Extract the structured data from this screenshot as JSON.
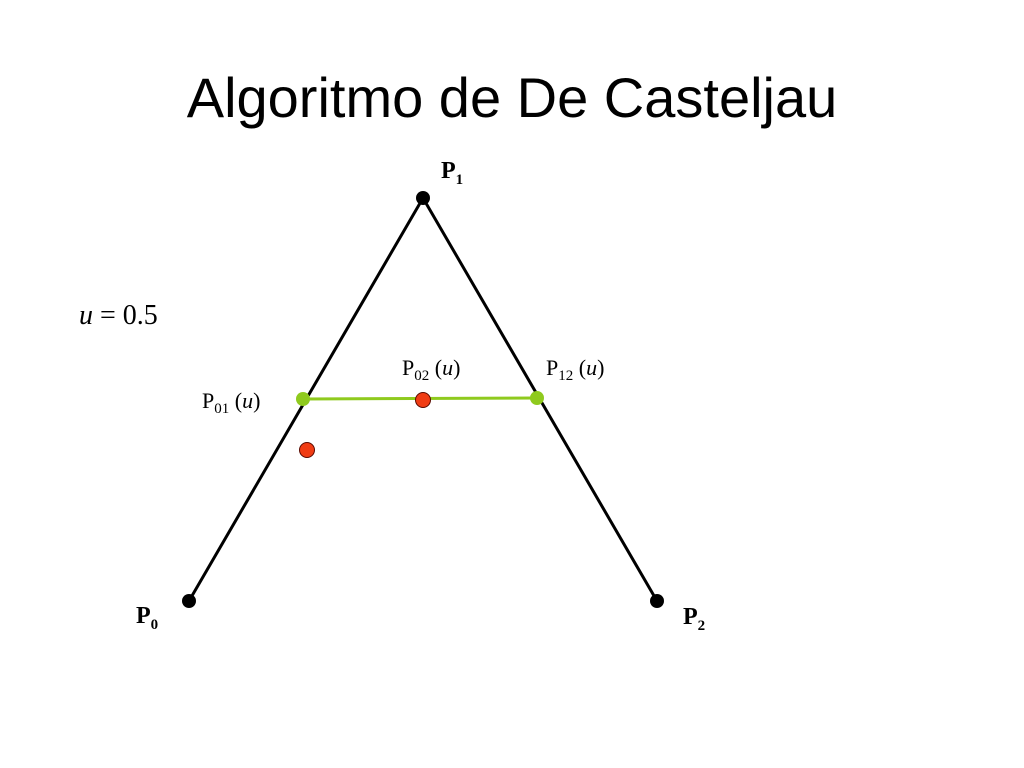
{
  "title": "Algoritmo de De Casteljau",
  "parameter": {
    "var": "u",
    "eq": " = 0.5"
  },
  "points": {
    "p0": {
      "main": "P",
      "sub": "0"
    },
    "p1": {
      "main": "P",
      "sub": "1"
    },
    "p2": {
      "main": "P",
      "sub": "2"
    },
    "p01": {
      "main": "P",
      "sub": "01",
      "open": " (",
      "var": "u",
      "close": ")"
    },
    "p02": {
      "main": "P",
      "sub": "02",
      "open": " (",
      "var": "u",
      "close": ")"
    },
    "p12": {
      "main": "P",
      "sub": "12",
      "open": " (",
      "var": "u",
      "close": ")"
    }
  },
  "colors": {
    "control_polygon": "#000000",
    "control_point": "#000000",
    "intermediate_segment": "#8fca1e",
    "intermediate_point": "#8fca1e",
    "curve_point": "#f03c14",
    "curve_point_outline": "#5a0a00"
  }
}
